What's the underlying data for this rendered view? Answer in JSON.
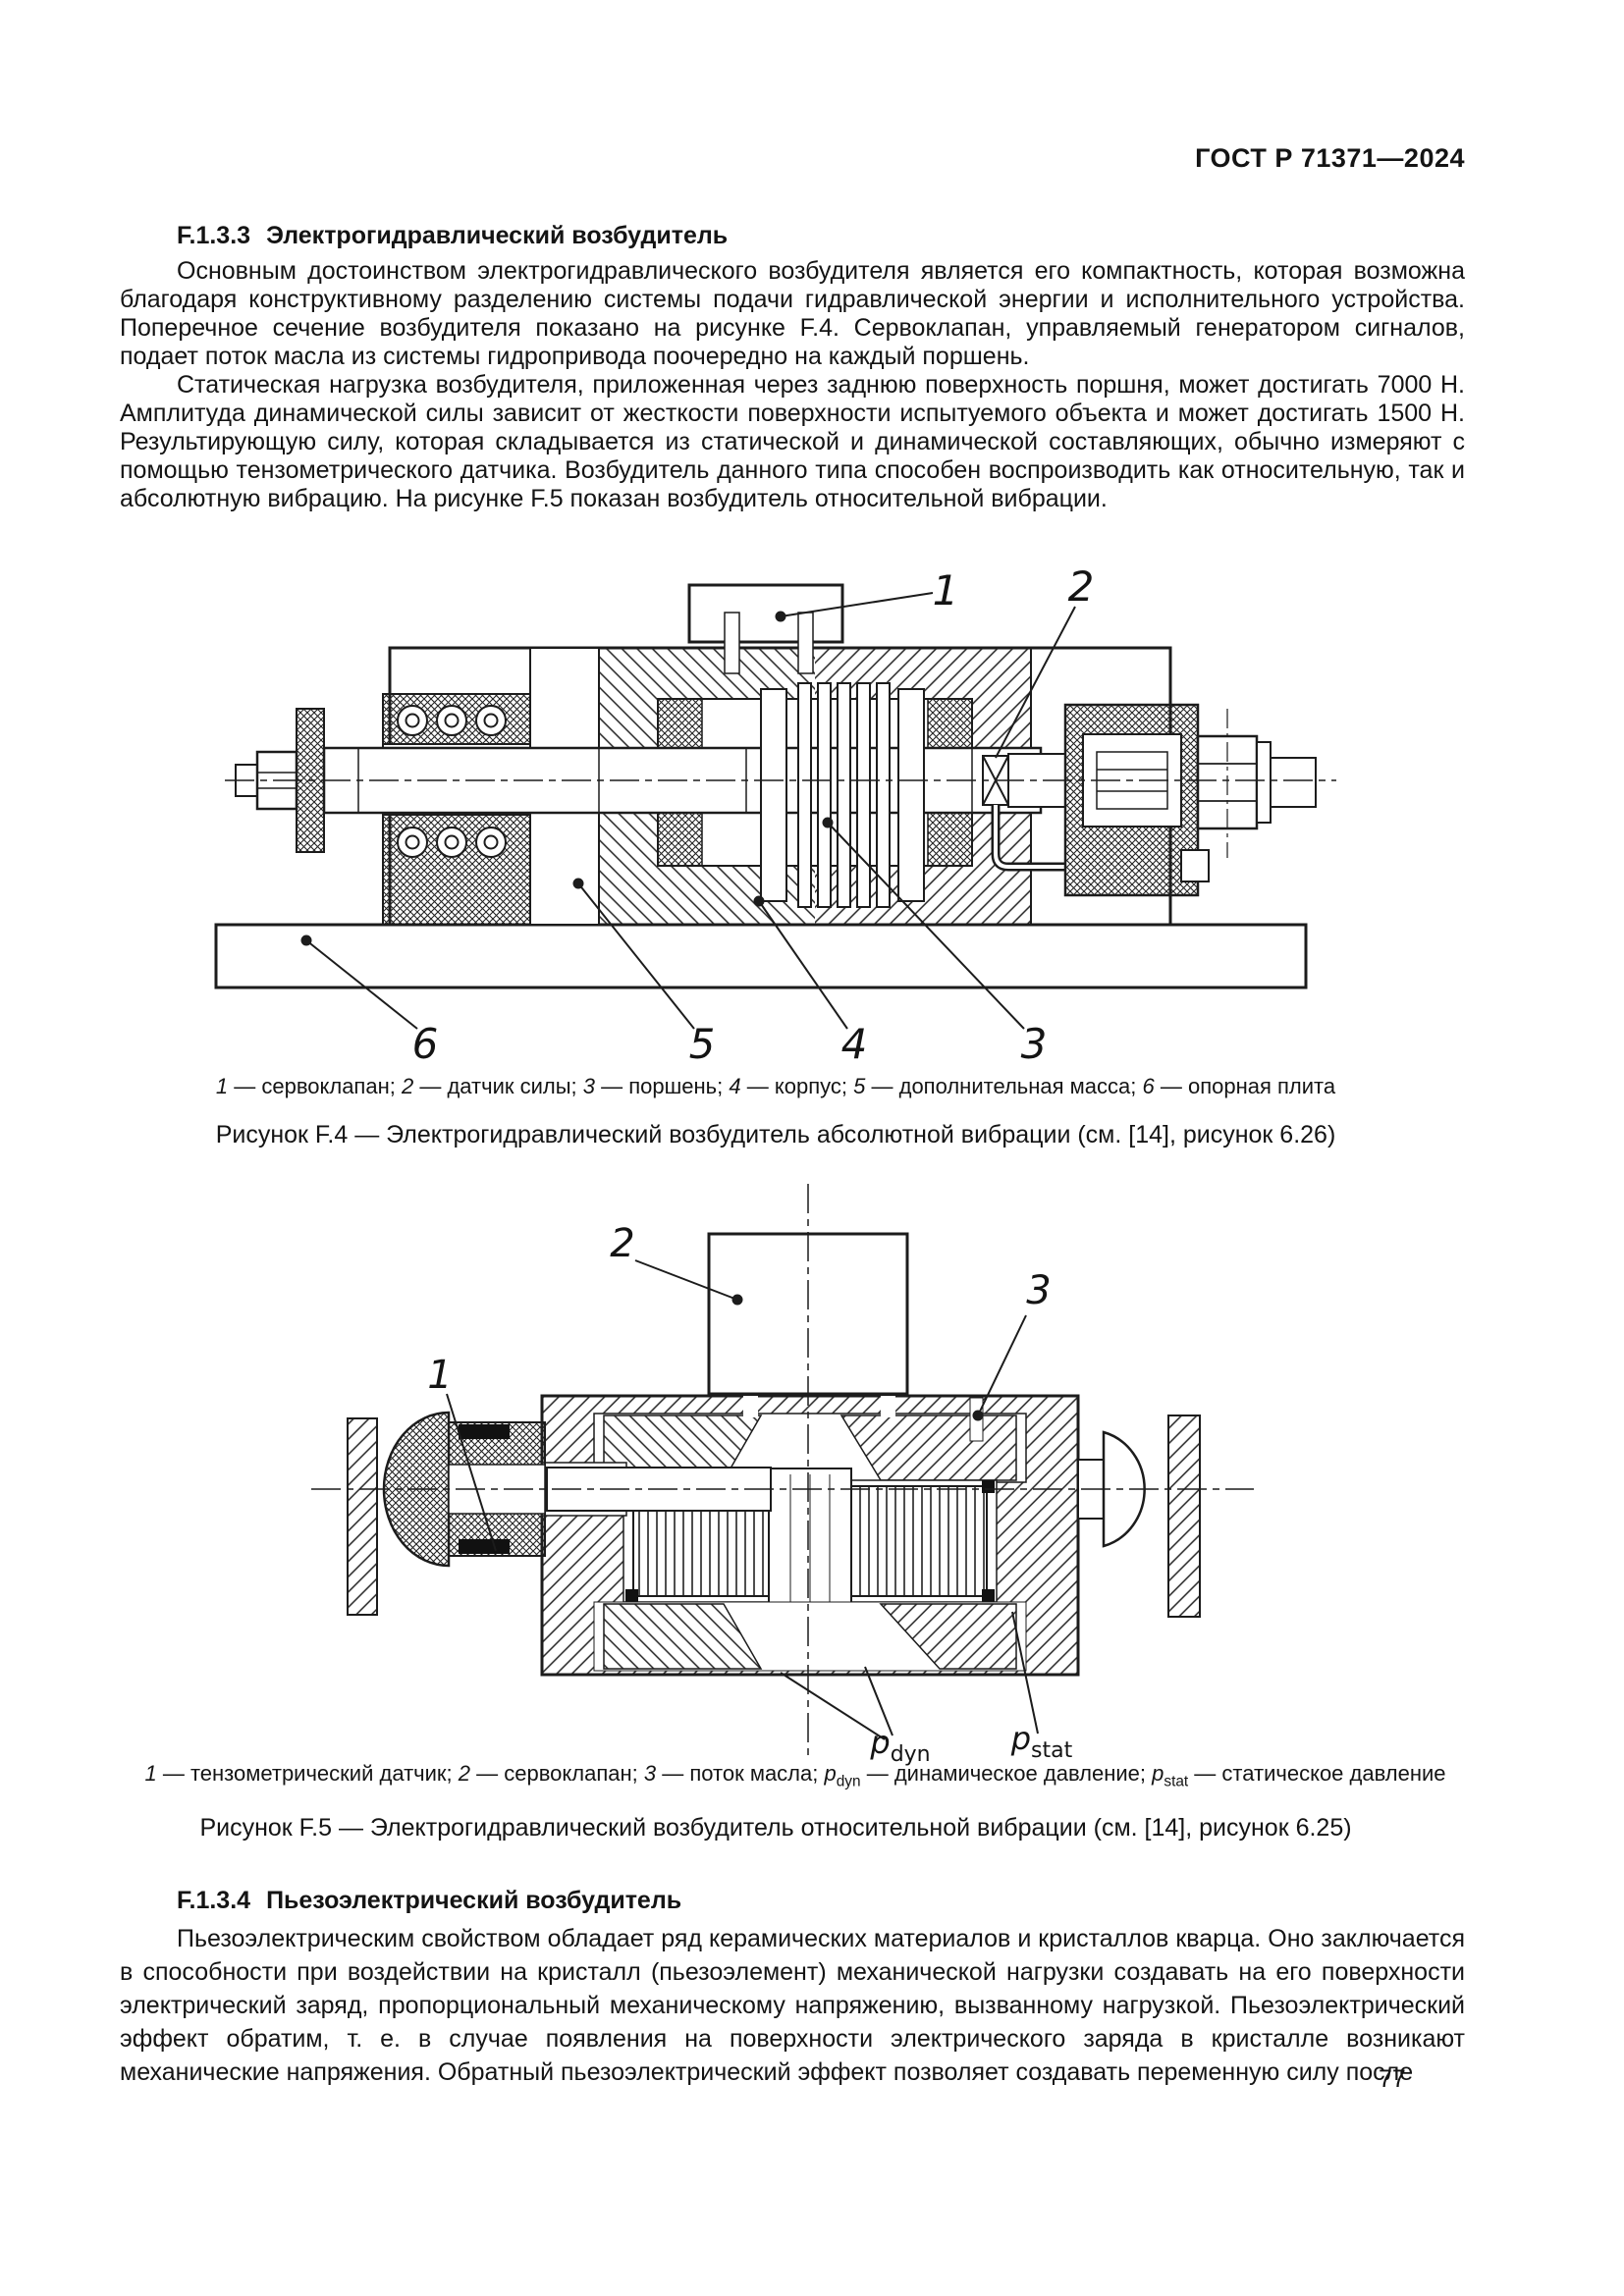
{
  "sep": {
    "dash": " — ",
    "semi": "; "
  },
  "header": {
    "standard": "ГОСТ Р 71371—2024"
  },
  "section_f133": {
    "heading_num": "F.1.3.3",
    "heading_text": "Электрогидравлический возбудитель",
    "para1": "Основным достоинством электрогидравлического возбудителя является его компактность, которая возможна благодаря конструктивному разделению системы подачи гидравлической энергии и исполнительного устройства. Поперечное сечение возбудителя показано на рисунке F.4. Сервоклапан, управляемый генератором сигналов, подает поток масла из системы гидропривода поочередно на каждый поршень.",
    "para2": "Статическая нагрузка возбудителя, приложенная через заднюю поверхность поршня, может достигать 7000 Н. Амплитуда динамической силы зависит от жесткости поверхности испытуемого объекта и может достигать 1500 Н. Результирующую силу, которая складывается из статической и динамической составляющих, обычно измеряют с помощью тензометрического датчика. Возбудитель данного типа способен воспроизводить как относительную, так и абсолютную вибрацию. На рисунке F.5 показан возбудитель относительной вибрации."
  },
  "figure_f4": {
    "callouts": {
      "c1": "1",
      "c2": "2",
      "c3": "3",
      "c4": "4",
      "c5": "5",
      "c6": "6"
    },
    "legend": [
      {
        "num": "1",
        "text": "сервоклапан"
      },
      {
        "num": "2",
        "text": "датчик силы"
      },
      {
        "num": "3",
        "text": "поршень"
      },
      {
        "num": "4",
        "text": "корпус"
      },
      {
        "num": "5",
        "text": "дополнительная масса"
      },
      {
        "num": "6",
        "text": "опорная плита"
      }
    ],
    "title": "Рисунок F.4 — Электрогидравлический возбудитель абсолютной вибрации (см. [14], рисунок 6.26)"
  },
  "figure_f5": {
    "callouts": {
      "c1": "1",
      "c2": "2",
      "c3": "3"
    },
    "pressures": {
      "dyn_sym": "p",
      "dyn_sub": "dyn",
      "stat_sym": "p",
      "stat_sub": "stat"
    },
    "legend_items": [
      {
        "num": "1",
        "text": "тензометрический датчик"
      },
      {
        "num": "2",
        "text": "сервоклапан"
      },
      {
        "num": "3",
        "text": "поток масла"
      }
    ],
    "legend_pressures": [
      {
        "sym": "p",
        "sub": "dyn",
        "text": "динамическое давление"
      },
      {
        "sym": "p",
        "sub": "stat",
        "text": "статическое давление"
      }
    ],
    "title": "Рисунок F.5 — Электрогидравлический возбудитель относительной вибрации (см. [14], рисунок 6.25)"
  },
  "section_f134": {
    "heading_num": "F.1.3.4",
    "heading_text": "Пьезоэлектрический возбудитель",
    "para1": "Пьезоэлектрическим свойством обладает ряд керамических материалов и кристаллов кварца. Оно заключается в способности при воздействии на кристалл (пьезоэлемент) механической нагрузки создавать на его поверхности электрический заряд, пропорциональный механическому напряжению, вызванному нагрузкой. Пьезоэлектрический эффект обратим, т. е. в случае появления на поверхности электрического заряда в кристалле возникают механические напряжения. Обратный пьезоэлектрический эффект позволяет создавать переменную силу после"
  },
  "footer": {
    "page_number": "77"
  }
}
